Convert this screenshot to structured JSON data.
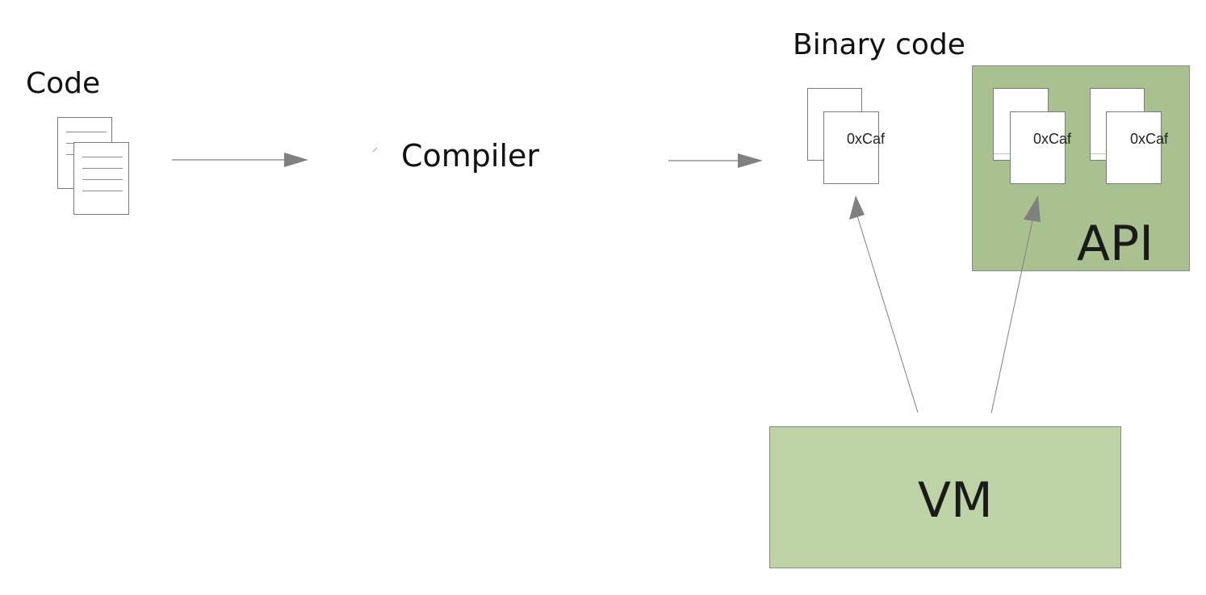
{
  "labels": {
    "code": "Code",
    "binary_code": "Binary code",
    "compiler": "Compiler",
    "api": "API",
    "vm": "VM"
  },
  "binary_pages": {
    "hex": "0xCaf"
  },
  "colors": {
    "api_fill": "#a9c18f",
    "vm_fill": "#bdd3a5",
    "arrow": "#808080",
    "stroke": "#7a7a7a"
  },
  "icons": {
    "code_files": "document-stack-icon",
    "binary_files": "binary-document-stack-icon"
  }
}
